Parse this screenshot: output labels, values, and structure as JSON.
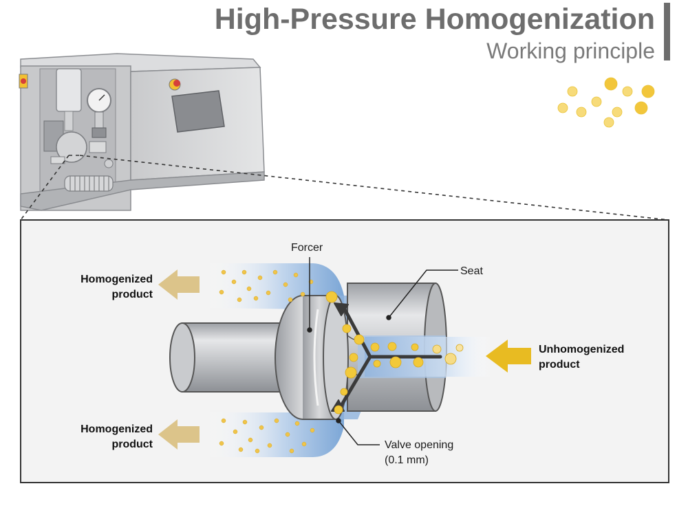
{
  "title": "High-Pressure Homogenization",
  "subtitle": "Working principle",
  "labels": {
    "forcer": "Forcer",
    "seat": "Seat",
    "valve_opening_line1": "Valve opening",
    "valve_opening_line2": "(0.1 mm)",
    "homogenized_top_line1": "Homogenized",
    "homogenized_top_line2": "product",
    "homogenized_bottom_line1": "Homogenized",
    "homogenized_bottom_line2": "product",
    "unhomogenized_line1": "Unhomogenized",
    "unhomogenized_line2": "product"
  },
  "colors": {
    "title": "#6d6d6d",
    "homogenized_arrow": "#dcc48a",
    "unhomogenized_arrow": "#e8bb22",
    "flow": "#6f9ed3",
    "droplet": "#f0c93a",
    "panel_bg": "#f3f3f3",
    "metal": "#c6c8cb"
  }
}
